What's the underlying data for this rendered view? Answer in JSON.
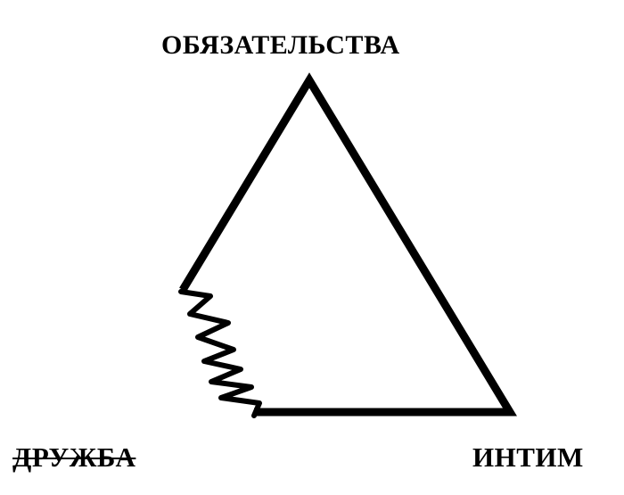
{
  "labels": {
    "top": "ОБЯЗАТЕЛЬСТВА",
    "bottom_left": "ДРУЖБА",
    "bottom_right": "ИНТИМ"
  },
  "colors": {
    "stroke": "#000000",
    "background": "#ffffff"
  }
}
